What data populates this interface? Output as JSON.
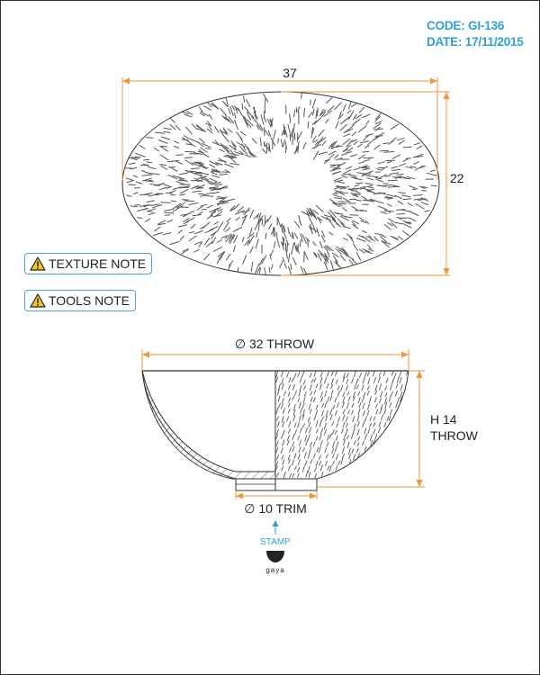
{
  "header": {
    "code": "CODE: GI-136",
    "date": "DATE: 17/11/2015"
  },
  "notes": [
    {
      "label": "TEXTURE NOTE",
      "icon": "warning-icon"
    },
    {
      "label": "TOOLS NOTE",
      "icon": "warning-icon"
    }
  ],
  "top_view": {
    "width_label": "37",
    "height_label": "22"
  },
  "side_view": {
    "diameter_label": "∅ 32 THROW",
    "height_label_line1": "H 14",
    "height_label_line2": "THROW",
    "foot_label": "∅ 10 TRIM"
  },
  "stamp": {
    "label": "STAMP",
    "logo_text": "gaya"
  },
  "colors": {
    "dimension": "#f0953a",
    "accent": "#2f9fd8",
    "line": "#333333"
  }
}
